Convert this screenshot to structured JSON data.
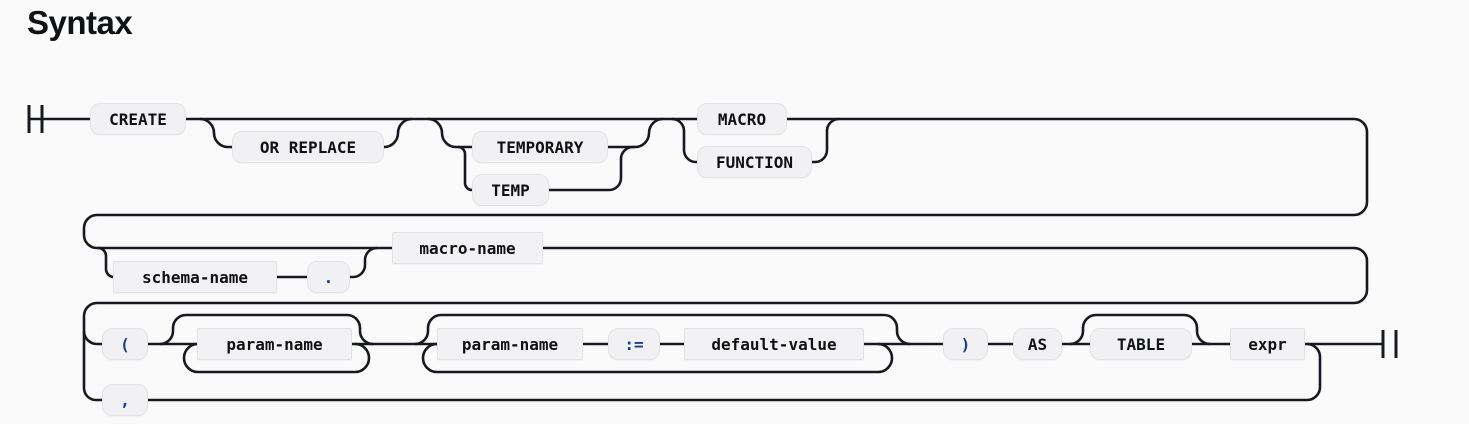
{
  "page": {
    "title": "Syntax",
    "background": "#fafafa"
  },
  "diagram": {
    "description": "Railroad syntax diagram for CREATE MACRO / CREATE FUNCTION",
    "rail_color": "#17191e",
    "keyword_color": "#101114",
    "operator_color": "#14409a",
    "box_background": "#f1f1f3",
    "nodes": {
      "create": {
        "label": "CREATE",
        "kind": "keyword"
      },
      "or_replace": {
        "label": "OR REPLACE",
        "kind": "keyword",
        "optional": true
      },
      "temporary": {
        "label": "TEMPORARY",
        "kind": "keyword",
        "optional": true
      },
      "temp": {
        "label": "TEMP",
        "kind": "keyword",
        "optional": true
      },
      "macro": {
        "label": "MACRO",
        "kind": "keyword"
      },
      "function": {
        "label": "FUNCTION",
        "kind": "keyword"
      },
      "schema_name": {
        "label": "schema-name",
        "kind": "non-terminal",
        "optional": true
      },
      "dot": {
        "label": ".",
        "kind": "operator"
      },
      "macro_name": {
        "label": "macro-name",
        "kind": "non-terminal"
      },
      "open_paren": {
        "label": "(",
        "kind": "operator"
      },
      "param_name": {
        "label": "param-name",
        "kind": "non-terminal",
        "repeatable": true
      },
      "param_name2": {
        "label": "param-name",
        "kind": "non-terminal",
        "repeatable": true
      },
      "assign": {
        "label": ":=",
        "kind": "operator"
      },
      "default_value": {
        "label": "default-value",
        "kind": "non-terminal"
      },
      "close_paren": {
        "label": ")",
        "kind": "operator"
      },
      "as": {
        "label": "AS",
        "kind": "keyword"
      },
      "table": {
        "label": "TABLE",
        "kind": "keyword",
        "optional": true
      },
      "expr": {
        "label": "expr",
        "kind": "non-terminal"
      },
      "comma": {
        "label": ",",
        "kind": "operator",
        "loop_separator": true
      }
    }
  }
}
